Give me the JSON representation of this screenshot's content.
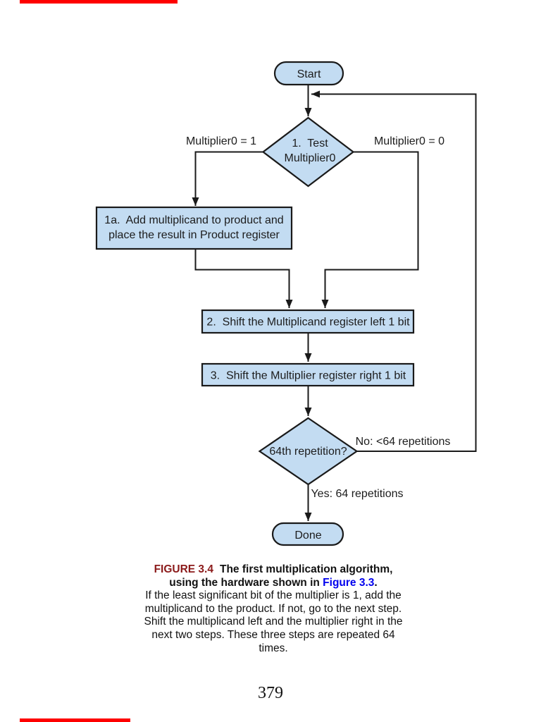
{
  "page": {
    "number": "379"
  },
  "colors": {
    "node_fill": "#C3DCF2",
    "node_stroke": "#1A1A1A",
    "figure_label_red": "#8B1A1A",
    "figure_link_blue": "#0000EE",
    "scan_artifact_red": "#FE0000"
  },
  "flowchart": {
    "nodes": {
      "start": {
        "label": "Start"
      },
      "test": {
        "line1": "1.  Test",
        "line2": "Multiplier0"
      },
      "add": {
        "line1": "1a.  Add multiplicand to product and",
        "line2": "place the result in Product register"
      },
      "shift_multiplicand": {
        "label": "2.  Shift the Multiplicand register left 1 bit"
      },
      "shift_multiplier": {
        "label": "3.  Shift the Multiplier register right 1 bit"
      },
      "repetition_test": {
        "label": "64th repetition?"
      },
      "done": {
        "label": "Done"
      }
    },
    "edge_labels": {
      "multiplier_is_1": "Multiplier0 = 1",
      "multiplier_is_0": "Multiplier0 = 0",
      "no": "No: <64 repetitions",
      "yes": "Yes: 64 repetitions"
    }
  },
  "caption": {
    "figure_label": "FIGURE 3.4",
    "heading_line1": "The first multiplication algorithm,",
    "heading_line2_prefix": "using the hardware shown in ",
    "heading_link": "Figure 3.3",
    "heading_suffix": ".",
    "body_lines": [
      "If the least significant bit of the multiplier is 1, add the",
      "multiplicand to the product. If not, go to the next step.",
      "Shift the multiplicand left and the multiplier right in the",
      "next two steps. These three steps are repeated 64",
      "times."
    ]
  }
}
